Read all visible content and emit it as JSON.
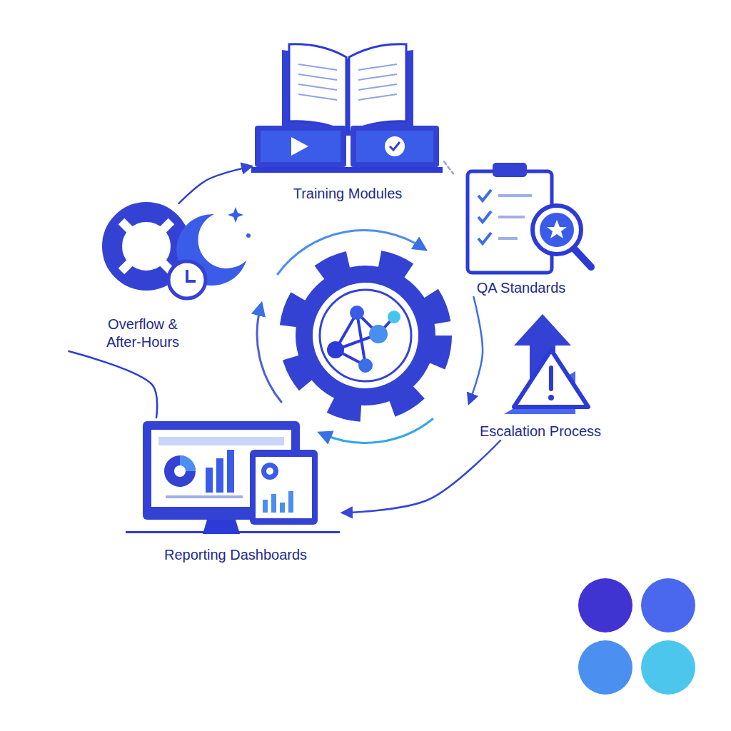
{
  "diagram": {
    "nodes": [
      {
        "text": [
          "Training Modules"
        ]
      },
      {
        "text": [
          "QA Standards"
        ]
      },
      {
        "text": [
          "Escalation Process"
        ]
      },
      {
        "text": [
          "Reporting Dashboards"
        ]
      },
      {
        "text": [
          "Overflow & After-Hours"
        ]
      }
    ],
    "edges": [
      {
        "from": 4,
        "to": 0,
        "arrow": "to"
      },
      {
        "from": 0,
        "to": 1,
        "arrow": "none"
      },
      {
        "from": 1,
        "to": 2,
        "arrow": "to"
      },
      {
        "from": 2,
        "to": 3,
        "arrow": "to"
      },
      {
        "from": 3,
        "to": 4,
        "arrow": "none"
      }
    ]
  }
}
